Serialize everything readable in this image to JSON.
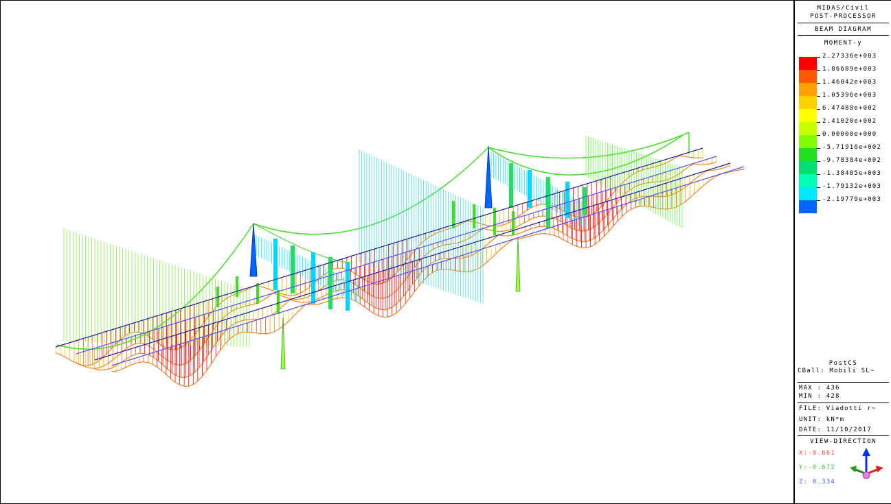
{
  "header": {
    "app": "MIDAS/Civil",
    "module": "POST-PROCESSOR",
    "diagram": "BEAM DIAGRAM",
    "component": "MOMENT-y"
  },
  "legend": {
    "values": [
      "2.27336e+003",
      "1.86689e+003",
      "1.46042e+003",
      "1.05396e+003",
      "6.47488e+002",
      "2.41020e+002",
      "0.00000e+000",
      "-5.71916e+002",
      "-9.78384e+002",
      "-1.38485e+003",
      "-1.79132e+003",
      "-2.19779e+003"
    ],
    "colors": [
      "#ff0000",
      "#ff5a00",
      "#ffa000",
      "#ffd000",
      "#ffff00",
      "#c8ff00",
      "#80ff00",
      "#20e020",
      "#00e070",
      "#00ffb4",
      "#00e8ff",
      "#0064ff"
    ]
  },
  "stage": "PostCS",
  "load_case": "CBall: Mobili SL~",
  "max": "MAX : 436",
  "min": "MIN : 428",
  "file": "FILE: Viadotti r~",
  "unit": "UNIT: kN*m",
  "date": "DATE: 11/10/2017",
  "view": {
    "title": "VIEW-DIRECTION",
    "x": "X:-0.661",
    "y": "Y:-0.672",
    "z": "Z: 0.334",
    "x_color": "#ff4040",
    "y_color": "#40c040",
    "z_color": "#4060ff"
  }
}
